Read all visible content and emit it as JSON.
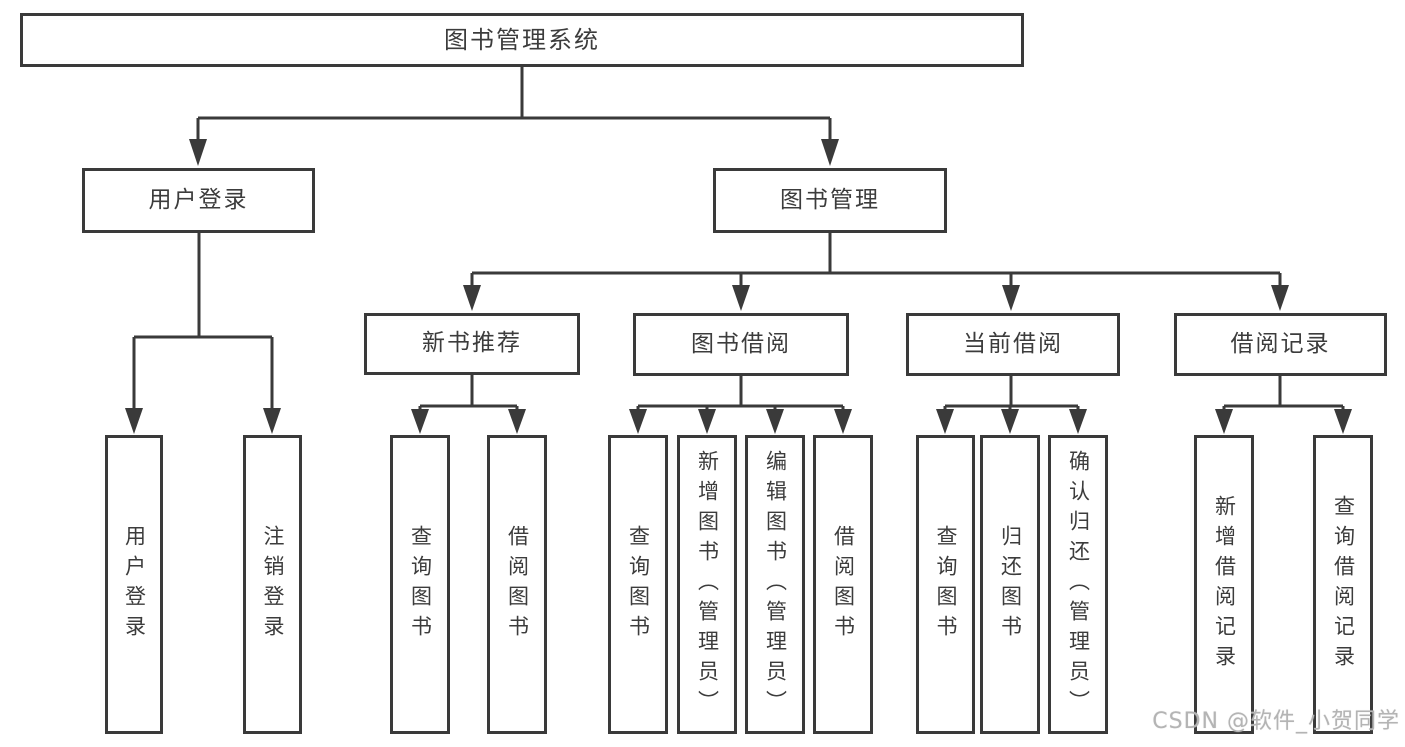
{
  "colors": {
    "line": "#3a3a3a",
    "node_border": "#3a3a3a",
    "node_fill": "#ffffff",
    "text": "#3c3c3c",
    "watermark": "#b4b4b4"
  },
  "watermark": "CSDN @软件_小贺同学",
  "tree": {
    "root": {
      "label": "图书管理系统"
    },
    "children": [
      {
        "label": "用户登录",
        "children": [
          {
            "label": "用户登录"
          },
          {
            "label": "注销登录"
          }
        ]
      },
      {
        "label": "图书管理",
        "children": [
          {
            "label": "新书推荐",
            "children": [
              {
                "label": "查询图书"
              },
              {
                "label": "借阅图书"
              }
            ]
          },
          {
            "label": "图书借阅",
            "children": [
              {
                "label": "查询图书"
              },
              {
                "label": "新增图书（管理员）"
              },
              {
                "label": "编辑图书（管理员）"
              },
              {
                "label": "借阅图书"
              }
            ]
          },
          {
            "label": "当前借阅",
            "children": [
              {
                "label": "查询图书"
              },
              {
                "label": "归还图书"
              },
              {
                "label": "确认归还（管理员）"
              }
            ]
          },
          {
            "label": "借阅记录",
            "children": [
              {
                "label": "新增借阅记录"
              },
              {
                "label": "查询借阅记录"
              }
            ]
          }
        ]
      }
    ]
  }
}
